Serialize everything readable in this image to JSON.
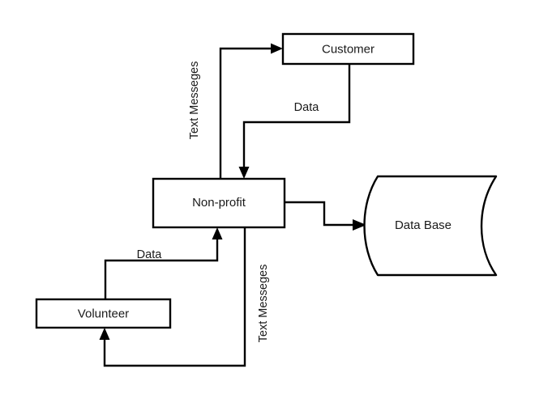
{
  "diagram": {
    "type": "data-flow-diagram",
    "background_color": "#ffffff",
    "stroke_color": "#000000",
    "text_color": "#1a1a1a",
    "nodes": [
      {
        "id": "customer",
        "label": "Customer",
        "shape": "rectangle"
      },
      {
        "id": "nonprofit",
        "label": "Non-profit",
        "shape": "rectangle"
      },
      {
        "id": "volunteer",
        "label": "Volunteer",
        "shape": "rectangle"
      },
      {
        "id": "database",
        "label": "Data Base",
        "shape": "cylinder"
      }
    ],
    "edges": [
      {
        "id": "nonprofit-to-customer",
        "from": "nonprofit",
        "to": "customer",
        "label": "Text Messeges",
        "orientation": "vertical"
      },
      {
        "id": "customer-to-nonprofit",
        "from": "customer",
        "to": "nonprofit",
        "label": "Data",
        "orientation": "horizontal"
      },
      {
        "id": "nonprofit-to-database",
        "from": "nonprofit",
        "to": "database",
        "label": "",
        "orientation": "horizontal"
      },
      {
        "id": "volunteer-to-nonprofit",
        "from": "volunteer",
        "to": "nonprofit",
        "label": "Data",
        "orientation": "horizontal"
      },
      {
        "id": "nonprofit-to-volunteer",
        "from": "nonprofit",
        "to": "volunteer",
        "label": "Text Messeges",
        "orientation": "vertical"
      }
    ]
  }
}
